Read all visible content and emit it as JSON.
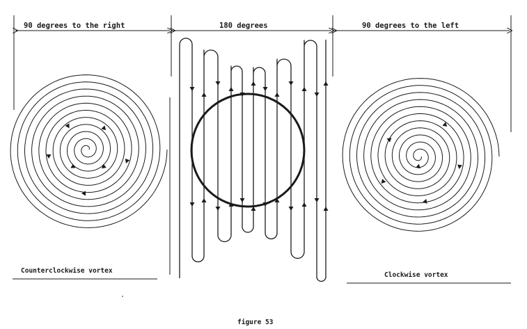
{
  "labels": {
    "right_turn": "90 degrees to the right",
    "middle": "180 degrees",
    "left_turn": "90 degrees to the left"
  },
  "captions": {
    "left": "Counterclockwise vortex",
    "right": "Clockwise vortex",
    "figure": "figure  53"
  },
  "colors": {
    "ink": "#1a1a1a",
    "paper": "#ffffff"
  }
}
